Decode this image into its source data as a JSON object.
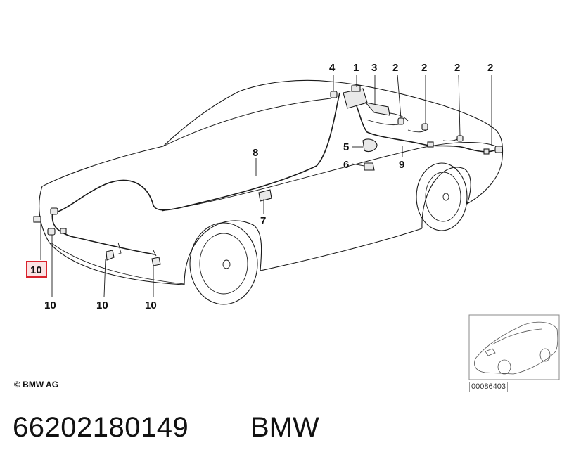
{
  "diagram": {
    "callouts": {
      "c4": "4",
      "c1": "1",
      "c3": "3",
      "c2a": "2",
      "c2b": "2",
      "c2c": "2",
      "c2d": "2",
      "c8": "8",
      "c5": "5",
      "c6": "6",
      "c9": "9",
      "c7": "7",
      "c10_highlight": "10",
      "c10a": "10",
      "c10b": "10",
      "c10c": "10"
    },
    "highlight_color": "#d9232d",
    "highlight_fill": "#fbe3e4"
  },
  "footer": {
    "copyright": "© BMW AG",
    "part_number": "66202180149",
    "brand": "BMW"
  },
  "thumbnail": {
    "image_id": "00086403"
  }
}
